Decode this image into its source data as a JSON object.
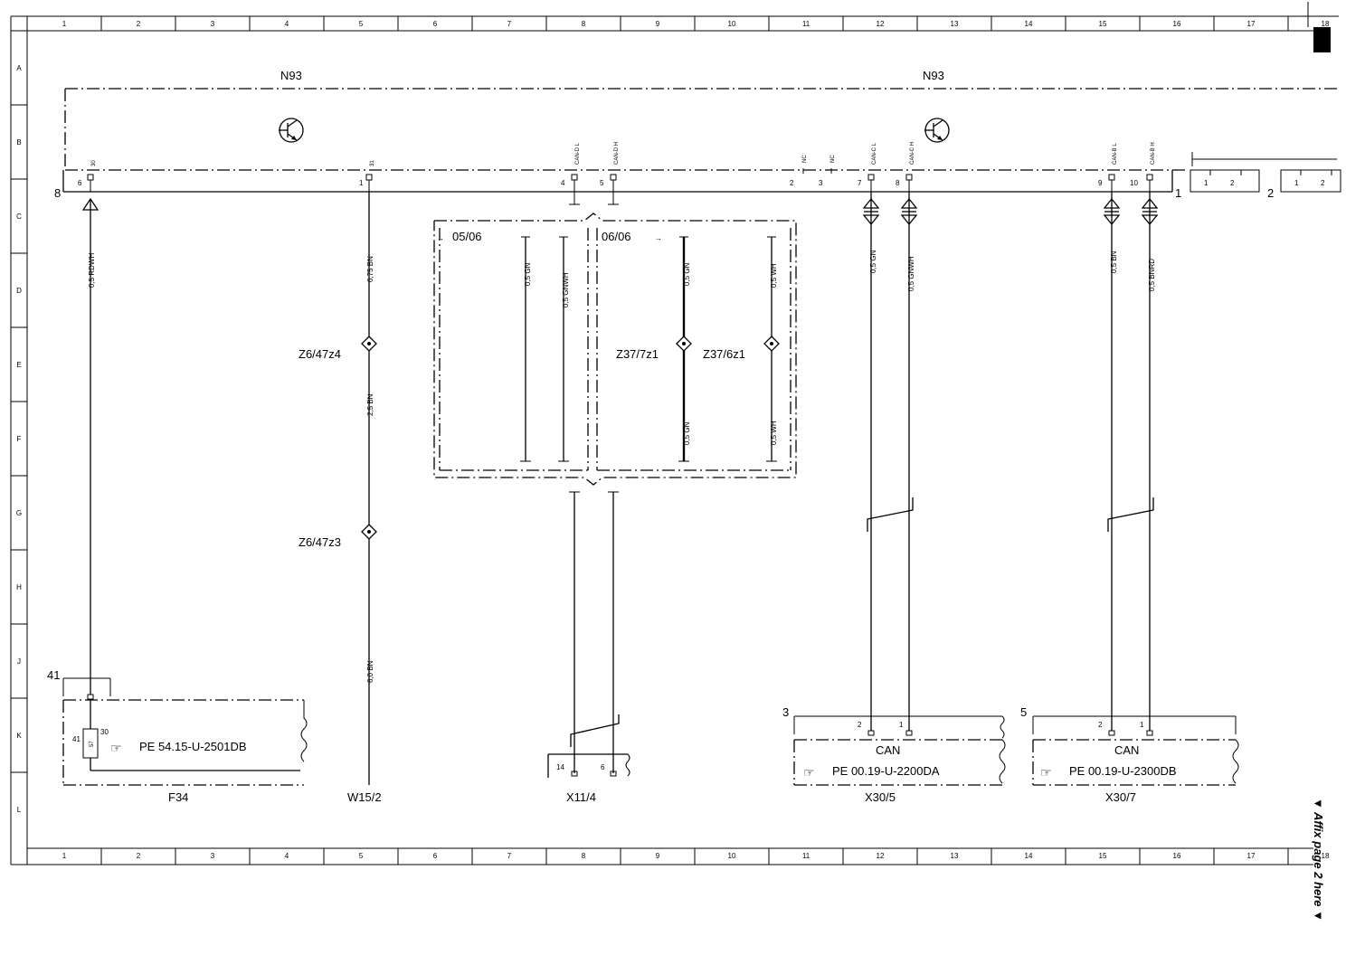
{
  "frame": {
    "columns": [
      "1",
      "2",
      "3",
      "4",
      "5",
      "6",
      "7",
      "8",
      "9",
      "10",
      "11",
      "12",
      "13",
      "14",
      "15",
      "16",
      "17",
      "18"
    ],
    "rows": [
      "A",
      "B",
      "C",
      "D",
      "E",
      "F",
      "G",
      "H",
      "J",
      "K",
      "L"
    ]
  },
  "component_main": {
    "left_label": "N93",
    "right_label": "N93"
  },
  "pins": {
    "p30": {
      "name": "30",
      "num": "6"
    },
    "p31": {
      "name": "31",
      "num": "1"
    },
    "pcandl": {
      "name": "CAN-D L",
      "num": "4"
    },
    "pcandh": {
      "name": "CAN-D H",
      "num": "5"
    },
    "pnc1": {
      "name": "NC",
      "num": "2"
    },
    "pnc2": {
      "name": "NC",
      "num": "3"
    },
    "pcancl": {
      "name": "CAN-C L",
      "num": "7"
    },
    "pcanch": {
      "name": "CAN-C H",
      "num": "8"
    },
    "pcanbl": {
      "name": "CAN-B L",
      "num": "9"
    },
    "pcanbh": {
      "name": "CAN-B H",
      "num": "10"
    }
  },
  "connector_numbers": {
    "left_block": "8",
    "right_a": "1",
    "right_b": "2",
    "ra_p1": "1",
    "ra_p2": "2",
    "rb_p1": "1",
    "rb_p2": "2"
  },
  "wires": {
    "w_rdwh": "0,5 RDWH",
    "w_bn075": "0,75 BN",
    "w_bn25": "2,5 BN",
    "w_bn60": "6,0 BN",
    "w_gn_a": "0,5 GN",
    "w_gnwh_a": "0,5 GNWH",
    "w_gn_b1": "0,5 GN",
    "w_gn_b2": "0,5 GN",
    "w_wh_1": "0,5 WH",
    "w_wh_2": "0,5 WH",
    "w_gn_c": "0,5 GN",
    "w_gnwh_c": "0,5 GNWH",
    "w_bn_d": "0,5 BN",
    "w_bnrd_d": "0,5 BNRD"
  },
  "splices": {
    "z4": "Z6/47z4",
    "z3": "Z6/47z3",
    "z37_7": "Z37/7z1",
    "z37_6": "Z37/6z1"
  },
  "variants": {
    "v1": "05/06",
    "v2": "06/06"
  },
  "f34": {
    "label": "F34",
    "number": "41",
    "pin_top": "30",
    "pin_left": "41",
    "fuse_num": "57",
    "ref": "PE 54.15-U-2501DB"
  },
  "w15": {
    "label": "W15/2"
  },
  "x11": {
    "label": "X11/4",
    "pin_a": "14",
    "pin_b": "6"
  },
  "x305": {
    "label": "X30/5",
    "number": "3",
    "pin_a": "2",
    "pin_b": "1",
    "title": "CAN",
    "ref": "PE 00.19-U-2200DA"
  },
  "x307": {
    "label": "X30/7",
    "number": "5",
    "pin_a": "2",
    "pin_b": "1",
    "title": "CAN",
    "ref": "PE 00.19-U-2300DB"
  },
  "side_note": "▼ Affix page 2 here ▼"
}
